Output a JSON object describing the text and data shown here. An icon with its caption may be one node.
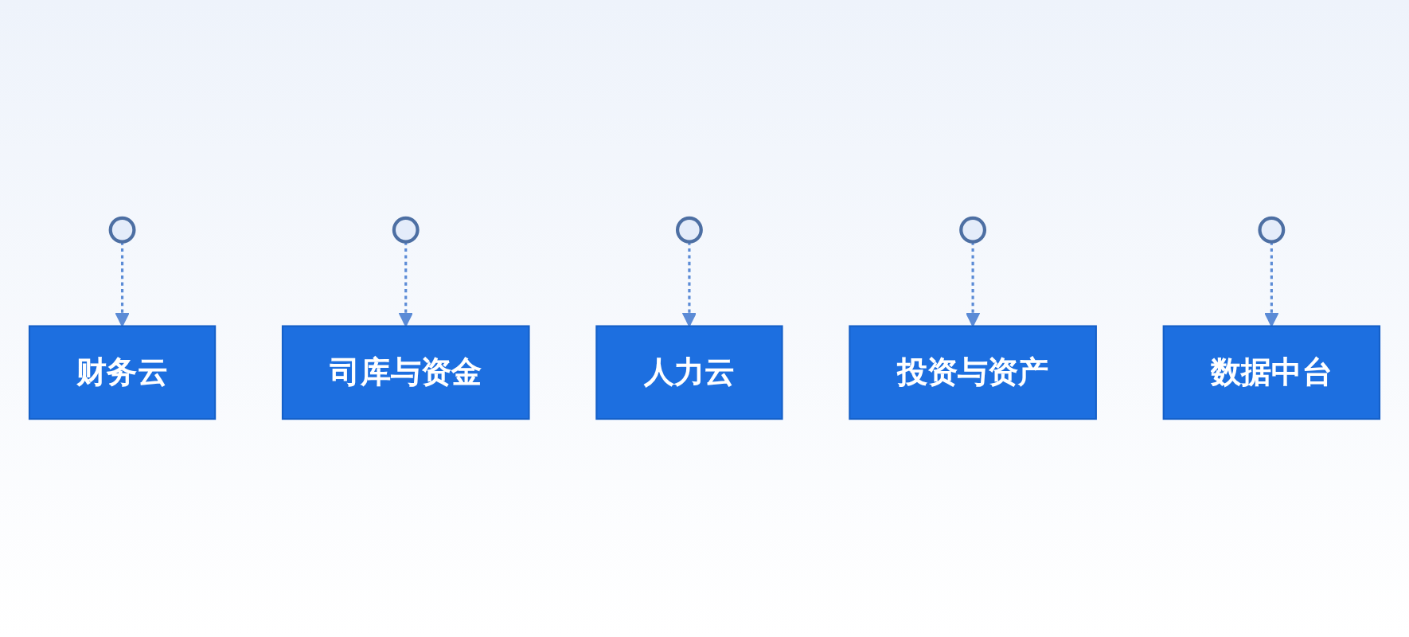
{
  "diagram": {
    "nodes": [
      {
        "text": [],
        "shape": "circle"
      },
      {
        "text": [],
        "shape": "circle"
      },
      {
        "text": [],
        "shape": "circle"
      },
      {
        "text": [],
        "shape": "circle"
      },
      {
        "text": [],
        "shape": "circle"
      },
      {
        "text": [
          "财务云"
        ]
      },
      {
        "text": [
          "司库与资金"
        ]
      },
      {
        "text": [
          "人力云"
        ]
      },
      {
        "text": [
          "投资与资产"
        ]
      },
      {
        "text": [
          "数据中台"
        ]
      }
    ],
    "edges": [
      {
        "from": 0,
        "to": 5,
        "arrow": "to",
        "style": "dashed"
      },
      {
        "from": 1,
        "to": 6,
        "arrow": "to",
        "style": "dashed"
      },
      {
        "from": 2,
        "to": 7,
        "arrow": "to",
        "style": "dashed"
      },
      {
        "from": 3,
        "to": 8,
        "arrow": "to",
        "style": "dashed"
      },
      {
        "from": 4,
        "to": 9,
        "arrow": "to",
        "style": "dashed"
      }
    ]
  }
}
